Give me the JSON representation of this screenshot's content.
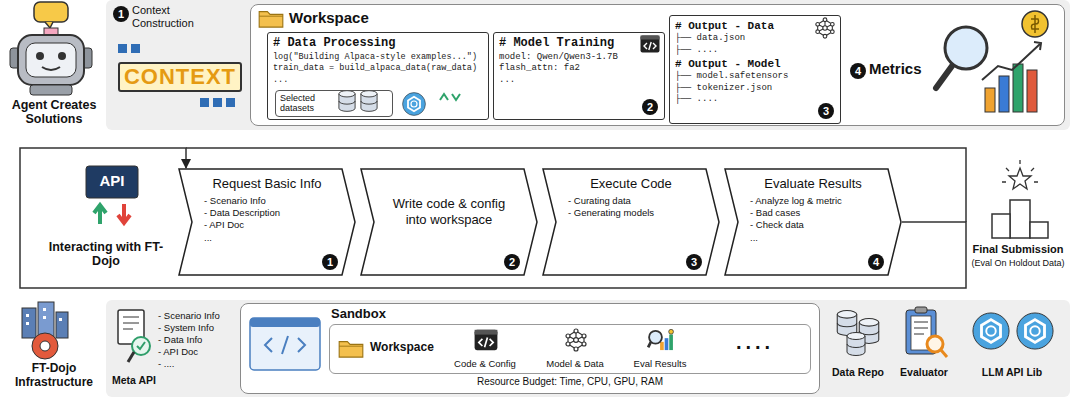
{
  "diagram": {
    "nodes": [
      {
        "text": [
          "Workspace"
        ]
      },
      {
        "text": [
          "# Data Processing",
          "log(\"Building Alpaca-style examples...\")",
          "train_data = build_alpaca_data(raw_data)",
          "..."
        ],
        "in": 0
      },
      {
        "text": [
          "Selected datasets"
        ],
        "in": 1
      },
      {
        "text": [
          "# Model Training",
          "model: Qwen/Qwen3-1.7B",
          "flash_attn: fa2",
          "..."
        ],
        "in": 0
      },
      {
        "text": [
          "# Output - Data",
          "├── data.json",
          "├── ....",
          "# Output - Model",
          "├── model.safetensors",
          "├── tokenizer.json",
          "├── ...."
        ],
        "in": 0
      },
      {
        "text": [
          "Request Basic Info",
          "- Scenario Info",
          "- Data Description",
          "- API Doc",
          "..."
        ]
      },
      {
        "text": [
          "Write code & config into workspace"
        ]
      },
      {
        "text": [
          "Execute Code",
          "- Curating data",
          "- Generating models"
        ]
      },
      {
        "text": [
          "Evaluate Results",
          "- Analyze log & metric",
          "- Bad cases",
          "- Check data",
          "..."
        ]
      },
      {
        "text": [
          "Sandbox",
          "Resource Budget: Time, CPU, GPU, RAM"
        ]
      },
      {
        "text": [
          "Workspace",
          "Code & Config",
          "Model & Data",
          "Eval Results",
          "...."
        ],
        "in": 9
      }
    ],
    "edges": [
      {
        "from": 8,
        "to": 5,
        "arrow": "to"
      }
    ],
    "labels": [
      "Agent Creates Solutions",
      "1",
      "Context Construction",
      "CONTEXT",
      "2",
      "3",
      "4",
      "Metrics",
      "API",
      "Interacting with FT-Dojo",
      "1",
      "2",
      "3",
      "4",
      "Final Submission",
      "(Eval On Holdout Data)",
      "FT-Dojo Infrastructure",
      "Meta API",
      "- Scenario Info",
      "- System Info",
      "- Data Info",
      "- API Doc",
      "- ....",
      "Data Repo",
      "Evaluator",
      "LLM API Lib"
    ]
  }
}
